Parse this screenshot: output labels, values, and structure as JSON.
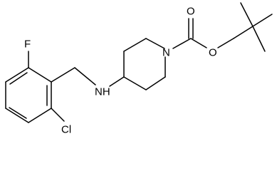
{
  "molecule": {
    "atom_labels": {
      "fluorine": "F",
      "chlorine": "Cl",
      "amine_nitrogen": "NH",
      "piperidine_nitrogen": "N",
      "carbonyl_oxygen": "O",
      "ester_oxygen": "O"
    },
    "colors": {
      "bond": "#000000",
      "text": "#000000",
      "background": "#ffffff"
    }
  }
}
